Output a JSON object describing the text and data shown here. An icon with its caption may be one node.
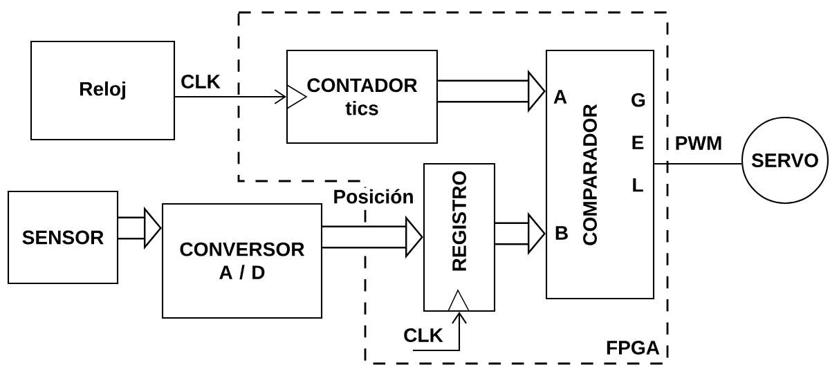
{
  "diagram": {
    "nodes": [
      {
        "text": [
          "FPGA"
        ]
      },
      {
        "text": [
          "Reloj"
        ]
      },
      {
        "text": [
          "CONTADOR",
          "tics"
        ],
        "in": 0
      },
      {
        "text": [
          "COMPARADOR",
          "A",
          "B",
          "G E L"
        ],
        "in": 0
      },
      {
        "text": [
          "SENSOR"
        ]
      },
      {
        "text": [
          "CONVERSOR A / D"
        ]
      },
      {
        "text": [
          "REGISTRO"
        ],
        "in": 0
      },
      {
        "text": [
          "SERVO"
        ]
      }
    ],
    "edges": [
      {
        "from": 1,
        "to": 2,
        "arrow": "to",
        "label": "CLK"
      },
      {
        "from": 2,
        "to": 3,
        "arrow": "to"
      },
      {
        "from": 4,
        "to": 5,
        "arrow": "to"
      },
      {
        "from": 5,
        "to": 6,
        "arrow": "to",
        "label": "Posición"
      },
      {
        "from": 6,
        "to": 3,
        "arrow": "to"
      },
      {
        "from": 3,
        "to": 7,
        "arrow": "none",
        "label": "PWM"
      },
      {
        "from": null,
        "to": 6,
        "arrow": "to",
        "label": "CLK"
      }
    ]
  }
}
